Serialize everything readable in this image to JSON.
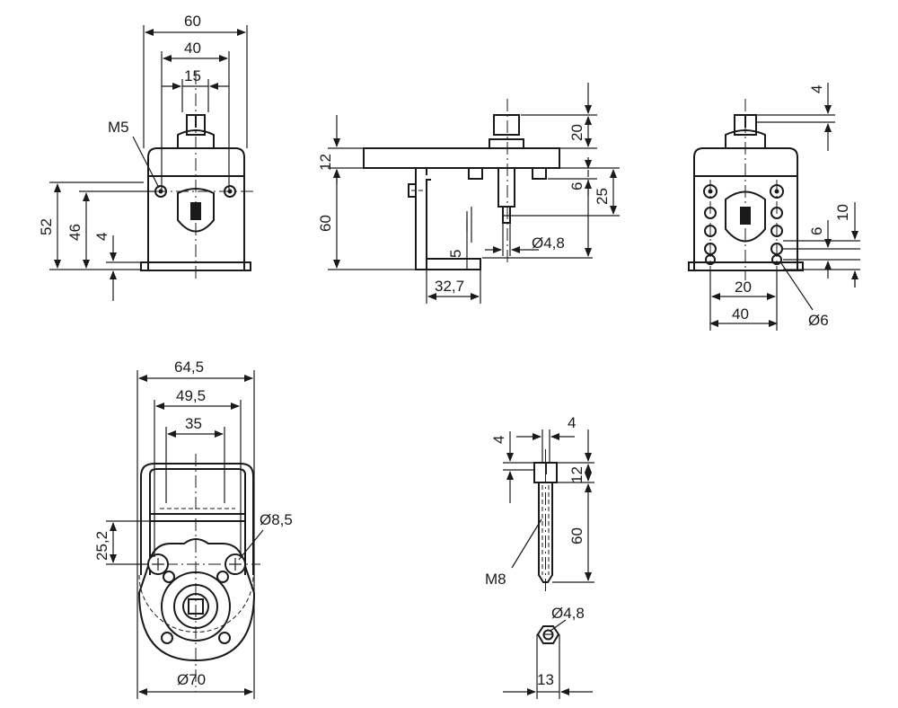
{
  "views": {
    "front": {
      "w60": "60",
      "w40": "40",
      "w15": "15",
      "m5": "M5",
      "h52": "52",
      "h46": "46",
      "h4": "4"
    },
    "side": {
      "h12": "12",
      "h60": "60",
      "h20": "20",
      "h6": "6",
      "h25": "25",
      "h5": "5",
      "d48": "Ø4,8",
      "w327": "32,7"
    },
    "right": {
      "h4": "4",
      "h10": "10",
      "h6": "6",
      "w20": "20",
      "w40": "40",
      "d6": "Ø6"
    },
    "bottom": {
      "w645": "64,5",
      "w495": "49,5",
      "w35": "35",
      "h252": "25,2",
      "d85": "Ø8,5",
      "d70": "Ø70"
    },
    "shaft": {
      "w4": "4",
      "h4": "4",
      "h12": "12",
      "h60": "60",
      "m8": "M8",
      "d48": "Ø4,8",
      "w13": "13"
    }
  }
}
